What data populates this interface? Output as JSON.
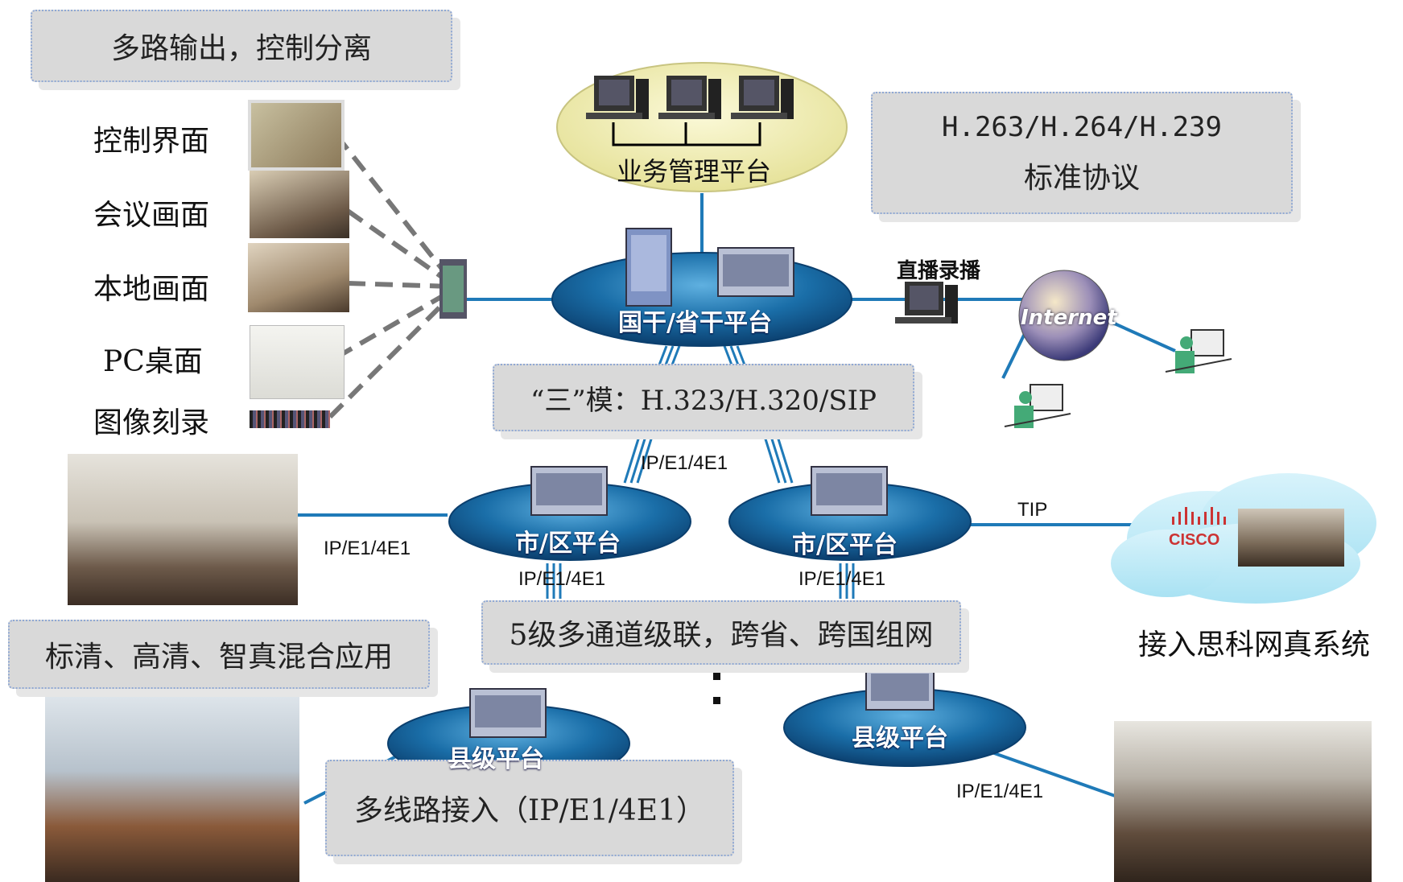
{
  "callouts": {
    "multi_output": "多路输出，控制分离",
    "protocols_line1": "H.263/H.264/H.239",
    "protocols_line2": "标准协议",
    "tri_mode": "“三”模：H.323/H.320/SIP",
    "cascade": "5级多通道级联，跨省、跨国组网",
    "mixed_app": "标清、高清、智真混合应用",
    "multi_line": "多线路接入（IP/E1/4E1）"
  },
  "left_labels": [
    "控制界面",
    "会议画面",
    "本地画面",
    "PC桌面",
    "图像刻录"
  ],
  "platforms": {
    "mgmt": "业务管理平台",
    "national": "国干/省干平台",
    "city1": "市/区平台",
    "city2": "市/区平台",
    "county1": "县级平台",
    "county2": "县级平台"
  },
  "link_labels": {
    "live_record": "直播录播",
    "ip1": "IP/E1/4E1",
    "ip_left": "IP/E1/4E1",
    "ip_city1": "IP/E1/4E1",
    "ip_city2": "IP/E1/4E1",
    "tip": "TIP",
    "ip_county": "IP/E1/4E1"
  },
  "external": {
    "internet_logo": "Internet",
    "cisco_logo": "CISCO",
    "cisco_caption": "接入思科网真系统"
  },
  "colors": {
    "platform_blue": "#1a6ea8",
    "platform_dark": "#0b3f6e",
    "link_blue": "#1f7ab8",
    "callout_bg": "#d9d9d9",
    "mgmt_ellipse": "#f3f0b8"
  }
}
